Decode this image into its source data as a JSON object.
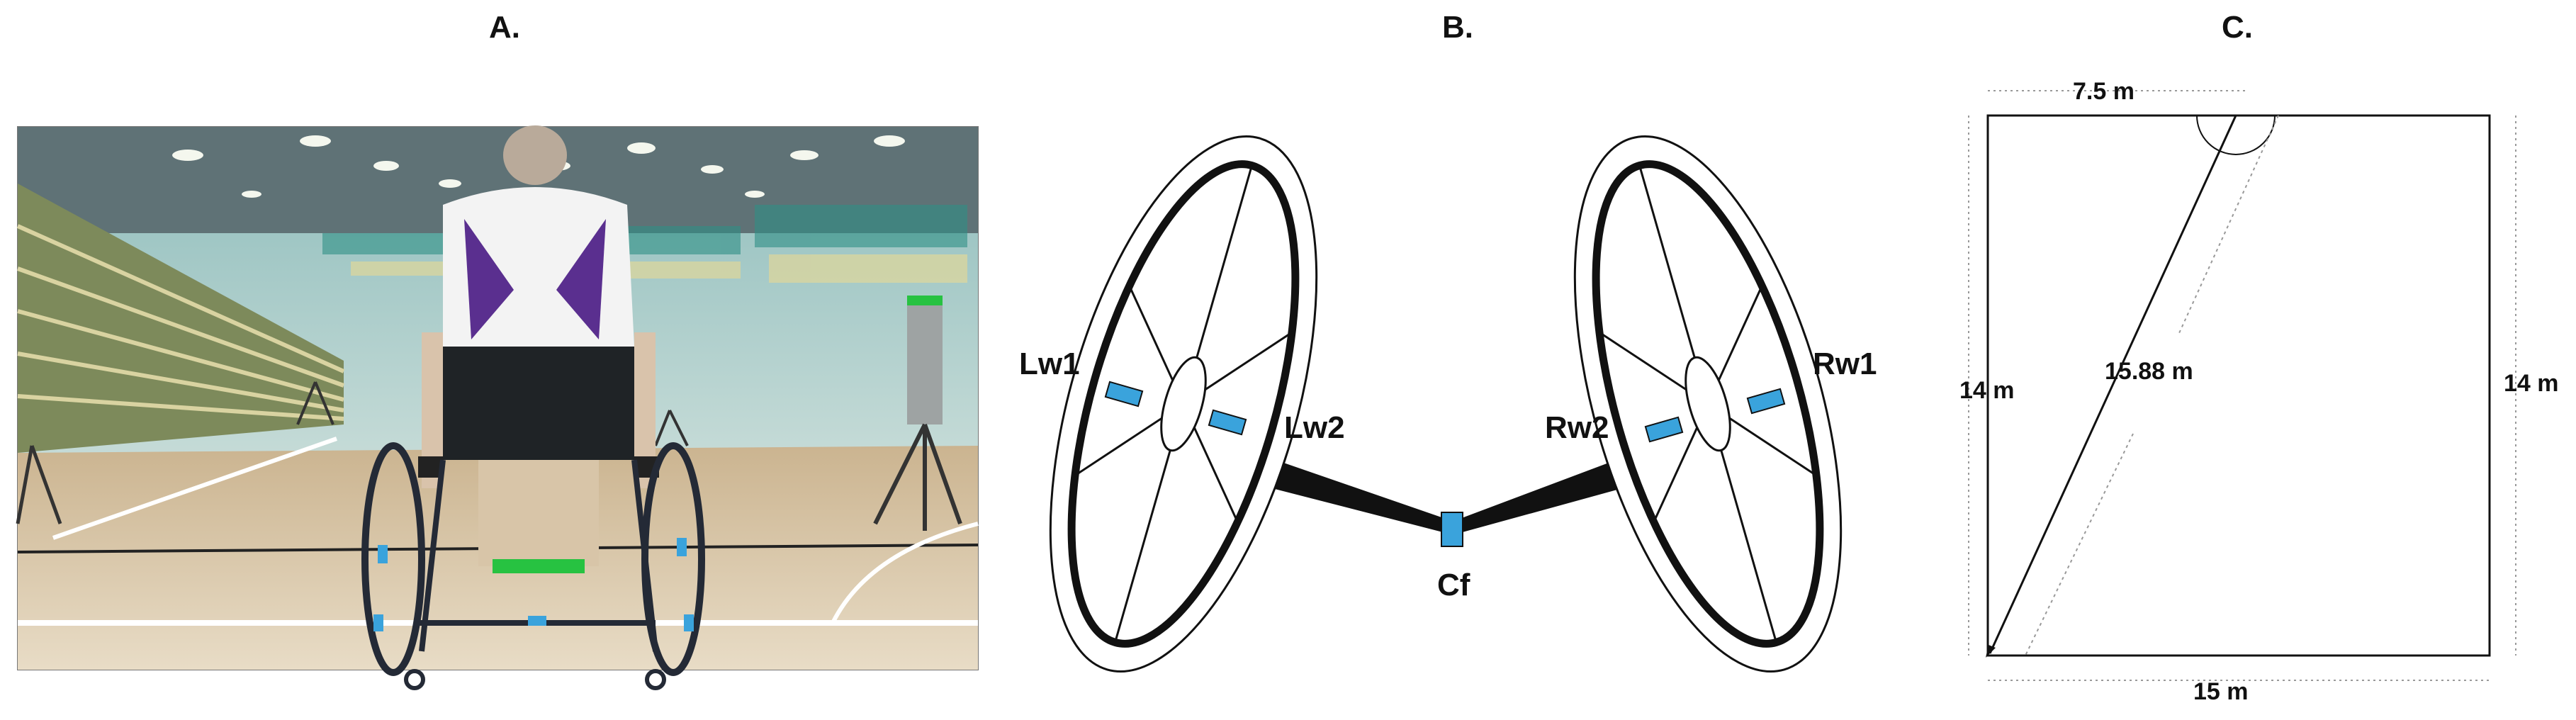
{
  "panels": {
    "a": {
      "title": "A."
    },
    "b": {
      "title": "B.",
      "sensors": {
        "left_wheel_outer": "Lw1",
        "left_wheel_inner": "Lw2",
        "chair_frame": "Cf",
        "right_wheel_inner": "Rw2",
        "right_wheel_outer": "Rw1"
      }
    },
    "c": {
      "title": "C.",
      "top_width": "7.5 m",
      "left_height": "14 m",
      "right_height": "14 m",
      "diagonal": "15.88 m",
      "bottom_width": "15 m"
    }
  },
  "colors": {
    "sensor": "#3aa3dc",
    "line": "#111111"
  }
}
